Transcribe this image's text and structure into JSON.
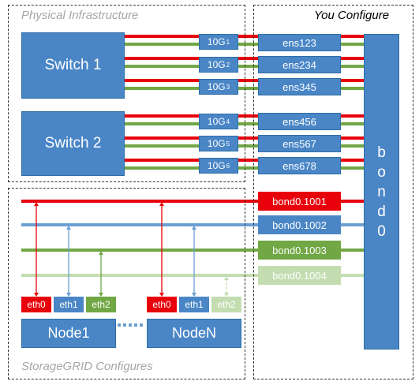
{
  "regions": {
    "physical": "Physical Infrastructure",
    "you_configure": "You Configure",
    "storagegrid": "StorageGRID Configures"
  },
  "switches": [
    "Switch 1",
    "Switch 2"
  ],
  "ports": [
    {
      "base": "10G",
      "sub": "1"
    },
    {
      "base": "10G",
      "sub": "2"
    },
    {
      "base": "10G",
      "sub": "3"
    },
    {
      "base": "10G",
      "sub": "4"
    },
    {
      "base": "10G",
      "sub": "5"
    },
    {
      "base": "10G",
      "sub": "6"
    }
  ],
  "nics": [
    "ens123",
    "ens234",
    "ens345",
    "ens456",
    "ens567",
    "ens678"
  ],
  "bond": [
    "b",
    "o",
    "n",
    "d",
    "0"
  ],
  "vlans": [
    "bond0.1001",
    "bond0.1002",
    "bond0.1003",
    "bond0.1004"
  ],
  "node1": {
    "name": "Node1",
    "eth": [
      "eth0",
      "eth1",
      "eth2"
    ]
  },
  "nodeN": {
    "name": "NodeN",
    "eth": [
      "eth0",
      "eth1",
      "eth2"
    ]
  },
  "colors": {
    "blue": "#4a86c6",
    "red": "#e8000b",
    "green": "#71a744",
    "light_green": "#c3ddb1",
    "mid_blue": "#6b9fd3",
    "region_label_gray": "#a6a6a6"
  }
}
